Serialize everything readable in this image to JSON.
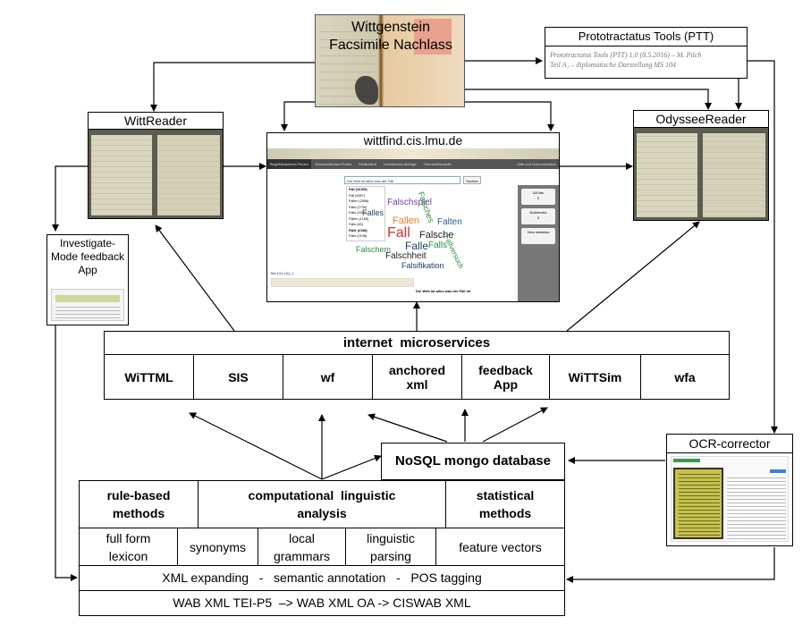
{
  "facsimile": {
    "title_line1": "Wittgenstein",
    "title_line2": "Facsimile Nachlass"
  },
  "ptt": {
    "title": "Prototractatus Tools (PTT)",
    "line1": "Prototractatus Tools (PTT) 1.0 (8.5.2016) – M. Pilch",
    "line2": "Teil A₁ – diplomatische Darstellung MS 104"
  },
  "wittreader": {
    "title": "WittReader"
  },
  "wittfind": {
    "title": "wittfind.cis.lmu.de",
    "nav": [
      "Begriffsbasiertes Finden",
      "Grammatisches Finden",
      "Endlichkeit",
      "Lexikalische Abfrage",
      "Themenübersicht",
      "Hilfe und Dokumentation"
    ],
    "search_value": "Die Welt ist alles was der Fall",
    "search_button": "Suchen",
    "suggestions": [
      "Fall (10109)",
      "Fall (3657)",
      "Fallen (2558)",
      "Falle (2730)",
      "Falls (1930)",
      "Fallen (1185)",
      "Falls (45)",
      "Falle (2198)",
      "Falle (2106)"
    ],
    "side_buttons": [
      {
        "label": "All hits",
        "count": "0"
      },
      {
        "label": "Notebooks",
        "count": "0"
      },
      {
        "label": "View statistics",
        "count": ""
      }
    ],
    "result_ref": "Ms-104,1[1]_1",
    "result_snippet": "Die Welt ist alles was der Fall ist",
    "cloud_words": [
      "Falschspiel",
      "Fallen",
      "Falten",
      "Fall",
      "Falsche",
      "Falle",
      "Falls",
      "Fallversuch",
      "Falschheit",
      "Falsifikation",
      "Falschem",
      "Falles",
      "Falsches"
    ]
  },
  "odysseereader": {
    "title": "OdysseeReader"
  },
  "investigate": {
    "title": "Investigate-Mode feedback App"
  },
  "microservices": {
    "title": "internet  microservices",
    "services": [
      "WiTTML",
      "SIS",
      "wf",
      "anchored xml",
      "feedback App",
      "WiTTSim",
      "wfa"
    ]
  },
  "nosql": {
    "label": "NoSQL mongo database"
  },
  "ocr": {
    "title": "OCR-corrector"
  },
  "methods": {
    "rule_based": "rule-based methods",
    "computational": "computational  linguistic analysis",
    "statistical": "statistical methods"
  },
  "resources": [
    "full form lexicon",
    "synonyms",
    "local grammars",
    "linguistic parsing",
    "feature vectors"
  ],
  "pipeline_row": "XML expanding   -   semantic annotation   -   POS tagging",
  "formats_row": "WAB XML TEI-P5  –> WAB XML OA -> CISWAB XML",
  "colors": {
    "arrow": "#000000",
    "paper_dark": "#7b7b6a",
    "paper_light": "#e6ddc3",
    "accent_green": "#2e8b3f"
  }
}
